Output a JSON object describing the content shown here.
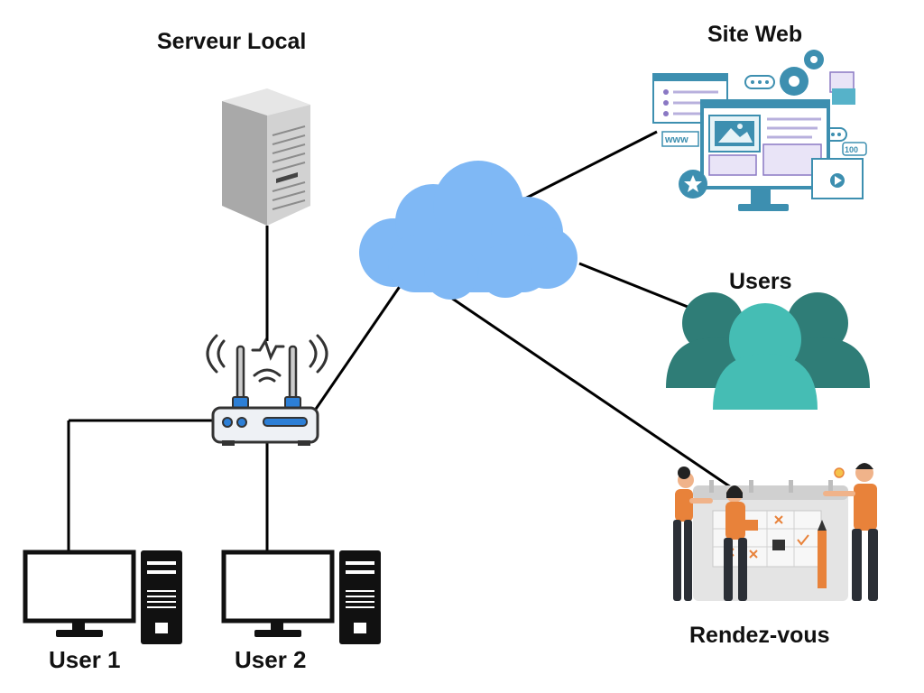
{
  "labels": {
    "server": "Serveur Local",
    "website": "Site Web",
    "users": "Users",
    "appointments": "Rendez-vous",
    "user1": "User 1",
    "user2": "User 2"
  },
  "website_mock": {
    "www": "www",
    "likes": "100"
  },
  "colors": {
    "cloud": "#7fb8f5",
    "teal_dark": "#2f7d77",
    "teal_light": "#45bdb4",
    "orange": "#e8823a",
    "website_blue": "#3d8fb0",
    "router_blue": "#2d7fd6",
    "line": "#000000"
  },
  "icons": [
    "server-tower-icon",
    "router-icon",
    "cloud-icon",
    "website-illustration",
    "users-group-icon",
    "appointment-planning-illustration",
    "computer-icon"
  ]
}
